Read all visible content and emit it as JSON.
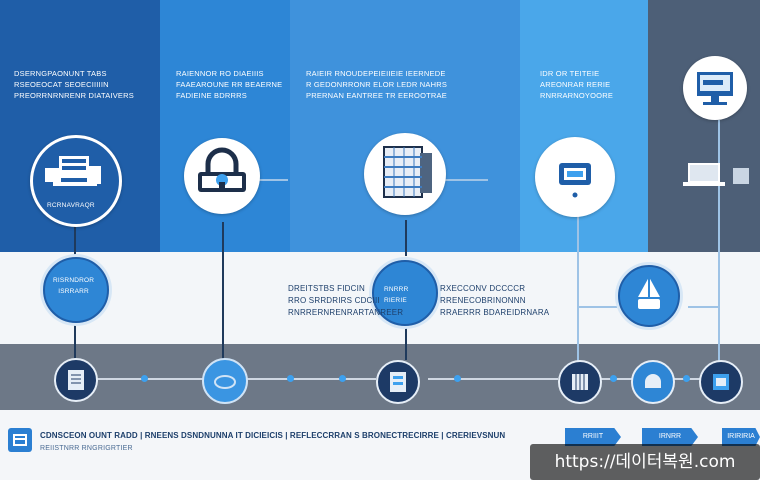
{
  "top_columns": [
    {
      "lines": [
        "DSERNGPAONUNT TABS",
        "RSEOEOCAT SEOECIIIIIN",
        "PREORRNRNRENR DIATAIVERS"
      ]
    },
    {
      "lines": [
        "RAIENNOR RO DIAEIIIS",
        "FAAEAROUNE RR BEAERNE",
        "FADIEINE BDRRRS"
      ]
    },
    {
      "lines": [
        "RAIEIR RNOUDEPEIEIIEIE IEERNEDE",
        "R GEDONRRONR ELOR LEDR NAHRS",
        "PRERNAN EANTREE TR EEROOTRAE"
      ]
    },
    {
      "lines": [
        "IDR OR TEITEIE",
        "AREONRAR RERIE",
        "RNRRARNOYOORE"
      ]
    }
  ],
  "circle_caption": "RCRNAVRAQR",
  "middle_text": {
    "left": [
      "DREITSTBS FIDCIN",
      "RRO SRRDRIRS CDCIII",
      "RNRRERNRENRARTANREER"
    ],
    "right": [
      "RXECCONV DCCCCR",
      "RRENECOBRINONNN",
      "RRAERRR BDAREIDRNARA"
    ]
  },
  "hex_labels": [
    "RISRNDROR",
    "ISRRARR"
  ],
  "hex_caption_small": [
    "RNRRR",
    "RIERIE"
  ],
  "footer": {
    "title": "CDNSCEON OUNT RADD | RNEENS DSNDNUNNA IT DICIEICIS | REFLECCRRAN S BRONECTRECIRRE | CRERIEVSNUN",
    "subtitle": "REIISTNRR RNGRIGRTIER"
  },
  "chevrons": [
    "RRIIIT",
    "IRNRR",
    "IRIRIRIA"
  ],
  "watermark": "https://데이터복원.com",
  "icons": [
    "server-rack-icon",
    "padlock-icon",
    "data-center-icon",
    "monitor-icon",
    "database-icon",
    "laptop-icon",
    "pen-tool-icon"
  ],
  "colors": {
    "dark_blue": "#1f5ea8",
    "mid_blue": "#2d86d6",
    "light_blue": "#4aa7ea",
    "slate": "#4d5f77",
    "gray_band": "#6d7887",
    "accent": "#3da0ee"
  }
}
